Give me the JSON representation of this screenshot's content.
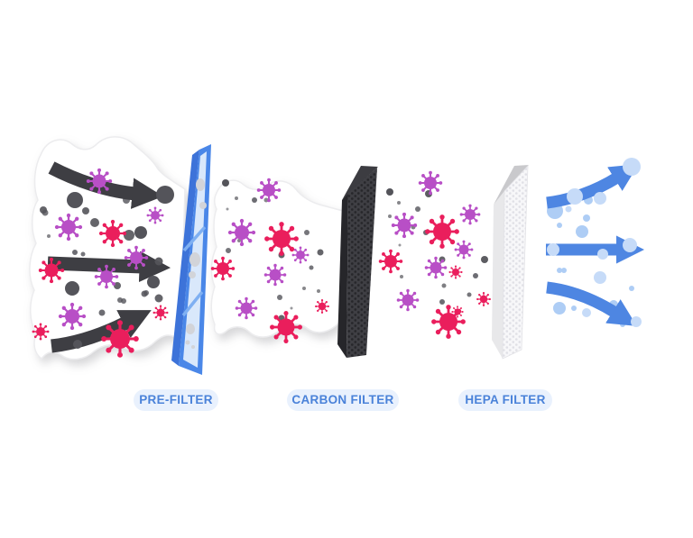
{
  "labels": {
    "stage1": "PRE-FILTER",
    "stage2": "CARBON FILTER",
    "stage3": "HEPA FILTER"
  },
  "colors": {
    "background": "#ffffff",
    "label_text": "#4a82d9",
    "label_bg": "#e9f1fd",
    "dirty_arrow": "#3e3e43",
    "clean_arrow": "#4e86e2",
    "dust": "#54545a",
    "virus_pink": "#ea1e5c",
    "virus_purple": "#b84fc6",
    "bubble": "#aecdf5",
    "bubble_light": "#c6dbf8",
    "prefilter_frame": "#4a87e8",
    "prefilter_side": "#3d73d9",
    "prefilter_glass": "#d9e8fb",
    "carbon_face": "#3f3f44",
    "carbon_side": "#26262a",
    "carbon_bevel": "#3c3c41",
    "hepa_face": "#f7f7f9",
    "hepa_side": "#e8e8ea",
    "hepa_bevel": "#c9c9cc",
    "cloud_fill": "#ffffff",
    "cloud_edge": "#ececee"
  },
  "particles": [
    {
      "target": "g-dirty-dust-back",
      "type": "dust",
      "items": [
        [
          83,
          222,
          9,
          1
        ],
        [
          95,
          234,
          4,
          0.9
        ],
        [
          50,
          236,
          3.5,
          0.8
        ],
        [
          54,
          262,
          2,
          0.7
        ],
        [
          105,
          247,
          5,
          0.9
        ],
        [
          83,
          280,
          3,
          0.85
        ],
        [
          92,
          282,
          2.5,
          0.8
        ],
        [
          143,
          261,
          6,
          0.9
        ],
        [
          156,
          258,
          7,
          1
        ],
        [
          80,
          320,
          8,
          1
        ],
        [
          130,
          317,
          4,
          0.9
        ],
        [
          160,
          326,
          3.5,
          0.85
        ],
        [
          137,
          334,
          3,
          0.8
        ],
        [
          113,
          347,
          3.5,
          0.85
        ],
        [
          95,
          205,
          3,
          0.7
        ],
        [
          140,
          222,
          4,
          0.8
        ],
        [
          162,
          325,
          3,
          0.8
        ],
        [
          133,
          333,
          3,
          0.8
        ],
        [
          48,
          233,
          4,
          0.9
        ],
        [
          107,
          294,
          2,
          0.6
        ]
      ]
    },
    {
      "target": "g-dirty-dust-front",
      "type": "dust",
      "items": [
        [
          183,
          216,
          10,
          1
        ],
        [
          176,
          290,
          4.5,
          0.95
        ],
        [
          86,
          382,
          5,
          1
        ],
        [
          170,
          313,
          7,
          1
        ],
        [
          176,
          331,
          4.5,
          0.9
        ]
      ]
    },
    {
      "target": "g-dirty-virus",
      "type": "virus",
      "items": [
        [
          "purple",
          110,
          201,
          0.75
        ],
        [
          "purple",
          76,
          252,
          0.8
        ],
        [
          "purple",
          172,
          239,
          0.5
        ],
        [
          "purple",
          151,
          286,
          0.7
        ],
        [
          "purple",
          118,
          307,
          0.7
        ],
        [
          "purple",
          80,
          351,
          0.8
        ],
        [
          "pink",
          125,
          259,
          0.8
        ],
        [
          "pink",
          57,
          300,
          0.75
        ],
        [
          "pink",
          133,
          376,
          1.1
        ],
        [
          "pink",
          178,
          347,
          0.45
        ],
        [
          "pink",
          45,
          368,
          0.5
        ]
      ]
    },
    {
      "target": "g-mid-dust",
      "type": "dust",
      "items": [
        [
          250,
          203,
          4,
          1
        ],
        [
          282,
          222,
          3,
          0.85
        ],
        [
          262,
          220,
          2,
          0.7
        ],
        [
          252,
          232,
          1.5,
          0.6
        ],
        [
          265,
          267,
          2,
          0.7
        ],
        [
          355,
          280,
          3.5,
          0.9
        ],
        [
          253,
          278,
          3,
          0.8
        ],
        [
          312,
          283,
          3.5,
          0.9
        ],
        [
          345,
          297,
          2.5,
          0.8
        ],
        [
          337,
          320,
          2,
          0.7
        ],
        [
          353,
          323,
          2,
          0.7
        ],
        [
          310,
          330,
          3,
          0.8
        ],
        [
          323,
          342,
          1.5,
          0.6
        ],
        [
          312,
          353,
          3.5,
          0.9
        ],
        [
          295,
          222,
          2.5,
          0.7
        ],
        [
          340,
          258,
          3,
          0.8
        ]
      ]
    },
    {
      "target": "g-mid-virus",
      "type": "virus",
      "items": [
        [
          "purple",
          298,
          211,
          0.7
        ],
        [
          "purple",
          268,
          258,
          0.8
        ],
        [
          "purple",
          333,
          283,
          0.5
        ],
        [
          "purple",
          305,
          305,
          0.65
        ],
        [
          "purple",
          273,
          342,
          0.65
        ],
        [
          "pink",
          312,
          265,
          1.0
        ],
        [
          "pink",
          247,
          298,
          0.7
        ],
        [
          "pink",
          357,
          340,
          0.42
        ],
        [
          "pink",
          317,
          363,
          0.95
        ]
      ]
    },
    {
      "target": "g-post-dust",
      "type": "dust",
      "items": [
        [
          432,
          213,
          4,
          1
        ],
        [
          475,
          215,
          4,
          0.95
        ],
        [
          442,
          225,
          2,
          0.7
        ],
        [
          463,
          232,
          3,
          0.8
        ],
        [
          432,
          240,
          2,
          0.7
        ],
        [
          458,
          252,
          2.5,
          0.75
        ],
        [
          472,
          258,
          3,
          0.85
        ],
        [
          443,
          272,
          1.5,
          0.6
        ],
        [
          490,
          288,
          3.5,
          0.9
        ],
        [
          537,
          288,
          4,
          0.95
        ],
        [
          505,
          303,
          2.5,
          0.75
        ],
        [
          527,
          306,
          3,
          0.85
        ],
        [
          492,
          317,
          2.5,
          0.75
        ],
        [
          520,
          327,
          2.5,
          0.8
        ],
        [
          490,
          335,
          3,
          0.85
        ],
        [
          445,
          307,
          2,
          0.7
        ]
      ]
    },
    {
      "target": "g-post-virus",
      "type": "virus",
      "items": [
        [
          "purple",
          477,
          203,
          0.7
        ],
        [
          "purple",
          521,
          238,
          0.6
        ],
        [
          "purple",
          448,
          250,
          0.75
        ],
        [
          "purple",
          514,
          277,
          0.55
        ],
        [
          "purple",
          483,
          297,
          0.65
        ],
        [
          "purple",
          452,
          333,
          0.65
        ],
        [
          "pink",
          490,
          257,
          1.0
        ],
        [
          "pink",
          433,
          290,
          0.7
        ],
        [
          "pink",
          536,
          332,
          0.42
        ],
        [
          "pink",
          497,
          357,
          1.0
        ],
        [
          "pink",
          507,
          346,
          0.35
        ],
        [
          "pink",
          505,
          302,
          0.4
        ]
      ]
    },
    {
      "target": "g-bubbles-back",
      "type": "bubble",
      "items": [
        [
          615,
          234,
          9,
          "base"
        ],
        [
          645,
          257,
          7,
          "base"
        ],
        [
          625,
          300,
          3,
          "base"
        ],
        [
          620,
          250,
          3,
          "base"
        ],
        [
          650,
          242,
          4,
          "base"
        ],
        [
          630,
          323,
          5,
          "base"
        ],
        [
          690,
          360,
          3,
          "base"
        ],
        [
          700,
          320,
          3,
          "base"
        ],
        [
          658,
          278,
          3.5,
          "base"
        ],
        [
          620,
          342,
          7,
          "base"
        ],
        [
          680,
          338,
          5,
          "base"
        ],
        [
          652,
          222,
          5,
          "base"
        ]
      ]
    },
    {
      "target": "g-bubbles-front",
      "type": "bubble",
      "items": [
        [
          700,
          185,
          10,
          "light"
        ],
        [
          637,
          218,
          9,
          "light"
        ],
        [
          665,
          220,
          7,
          "light"
        ],
        [
          613,
          277,
          7,
          "light"
        ],
        [
          668,
          282,
          6,
          "light"
        ],
        [
          698,
          272,
          8,
          "light"
        ],
        [
          665,
          308,
          7,
          "light"
        ],
        [
          650,
          347,
          5,
          "light"
        ],
        [
          630,
          232,
          3.5,
          "light"
        ],
        [
          705,
          357,
          6,
          "light"
        ],
        [
          620,
          300,
          3,
          "base"
        ],
        [
          636,
          342,
          3,
          "base"
        ]
      ]
    }
  ]
}
